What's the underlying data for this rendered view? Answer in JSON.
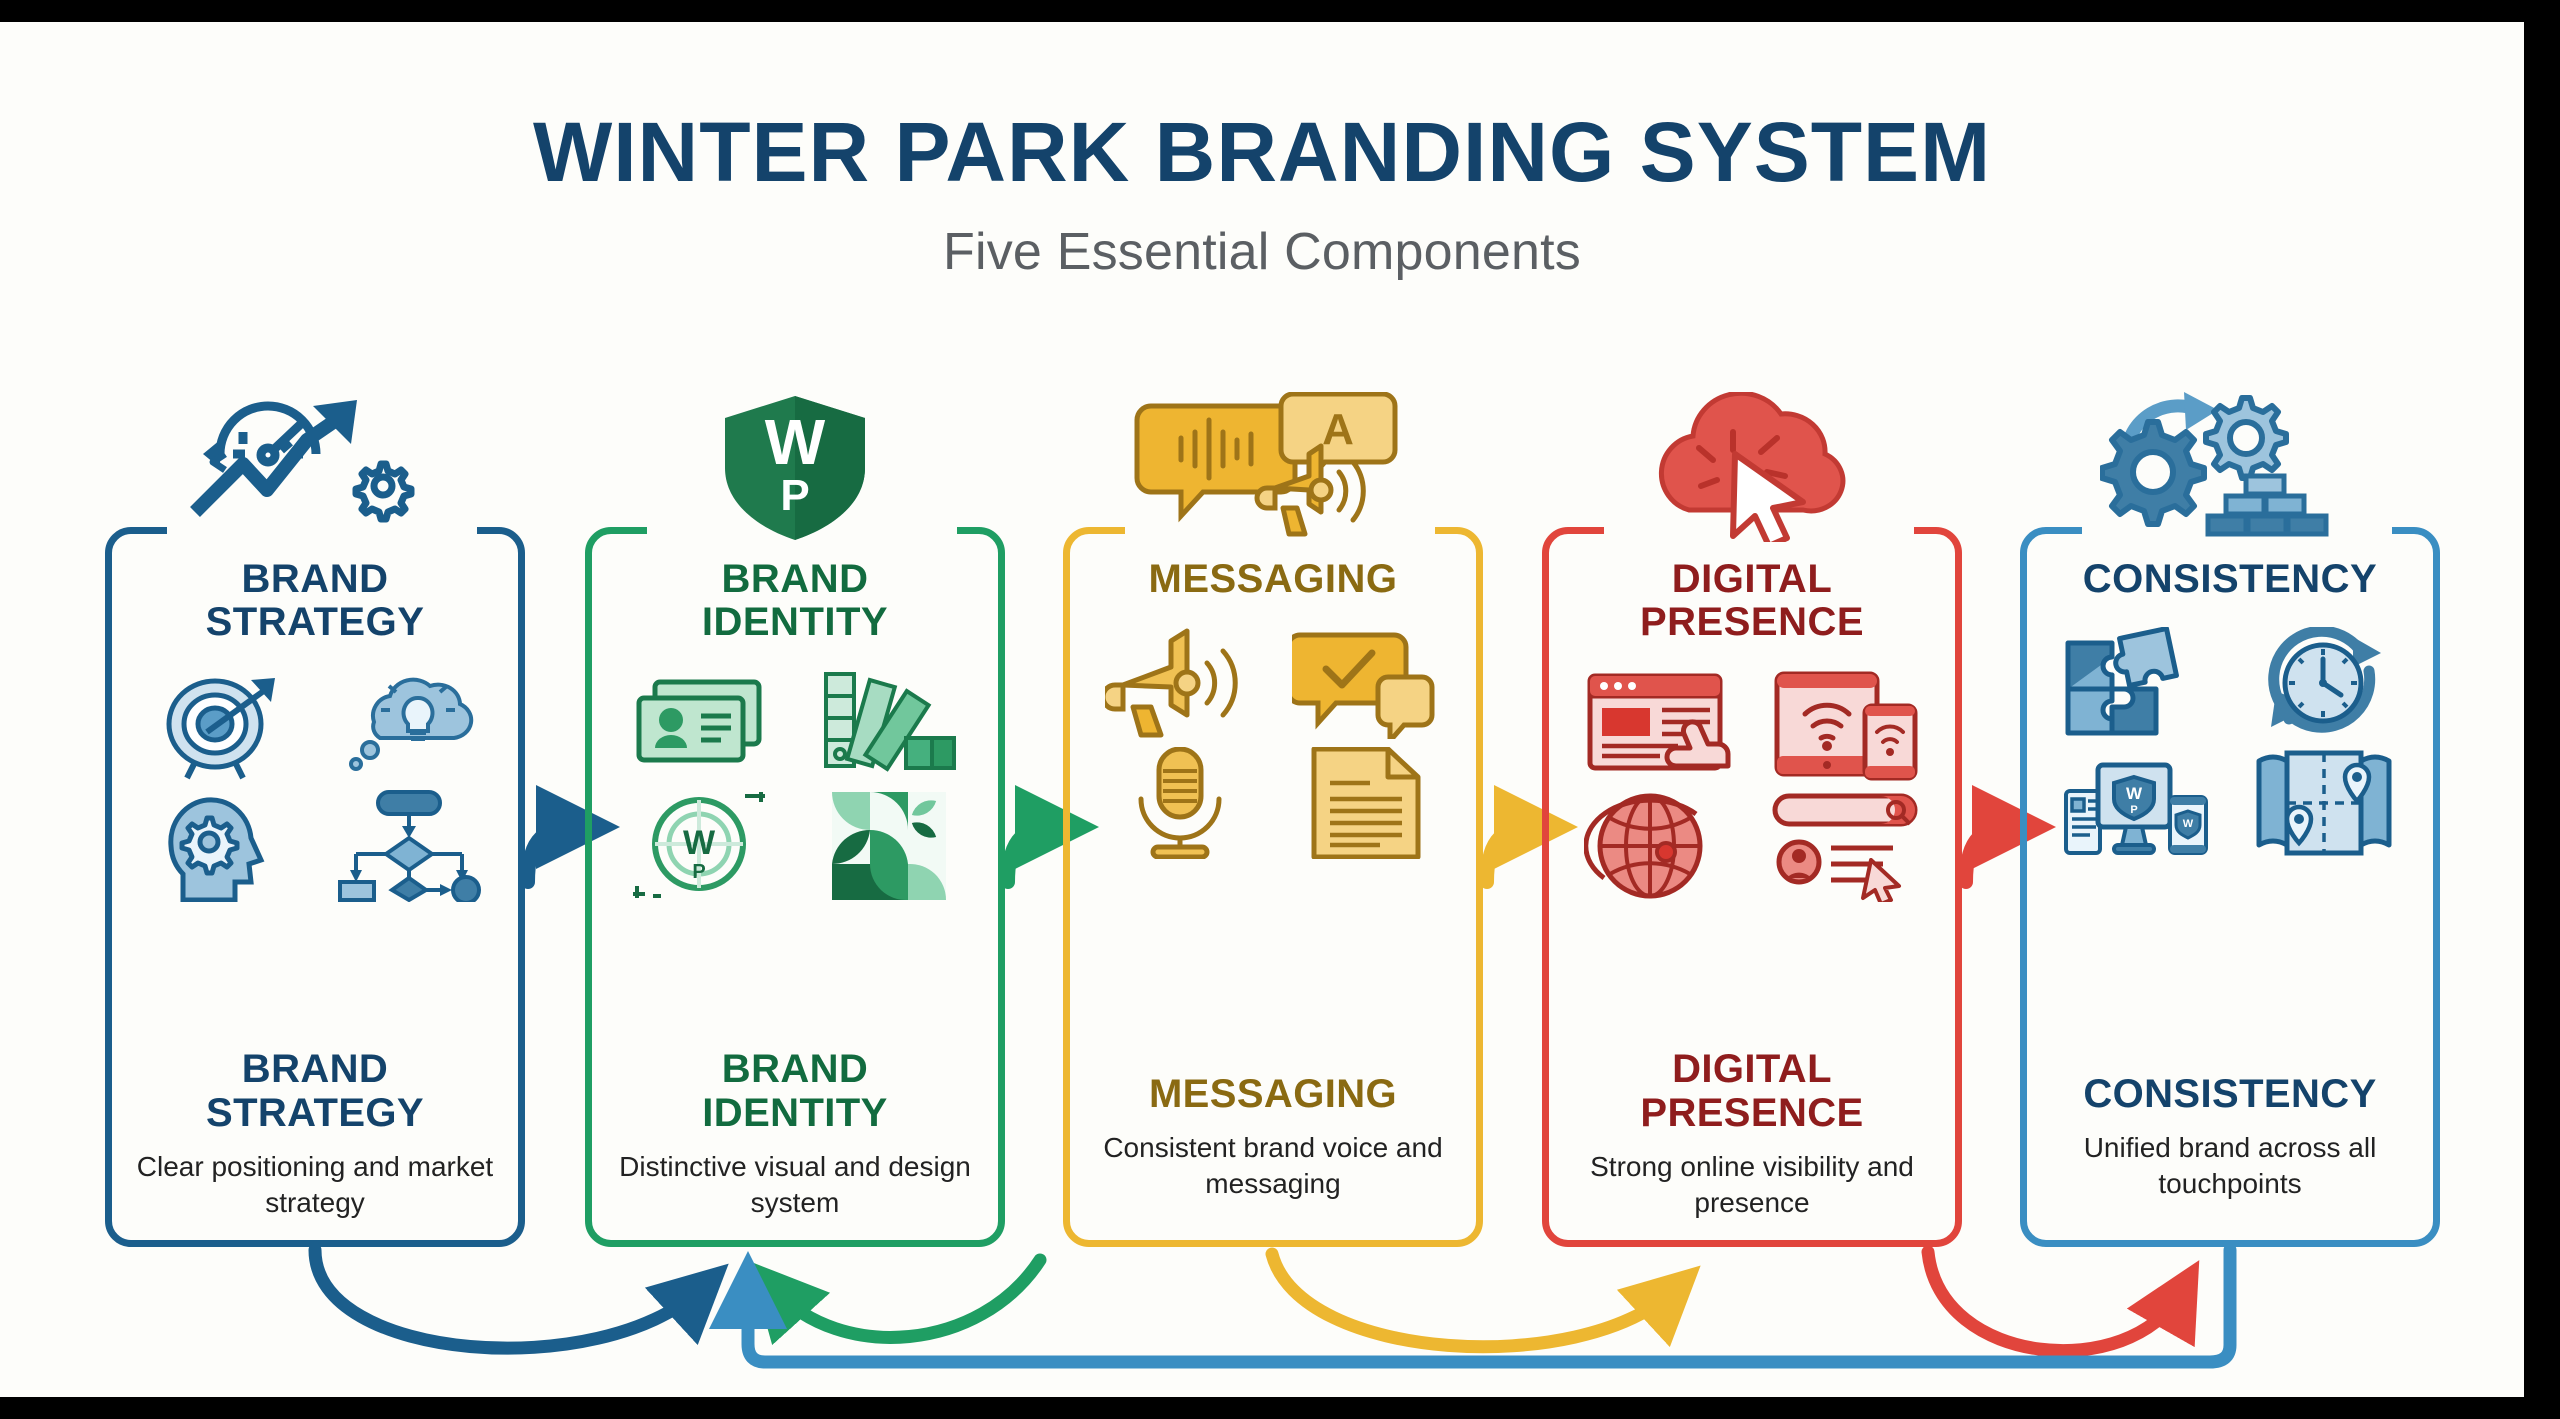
{
  "header": {
    "title": "WINTER PARK BRANDING SYSTEM",
    "subtitle": "Five Essential Components"
  },
  "colors": {
    "background": "#fdfdfa",
    "brand_strategy": "#1b5e8c",
    "brand_identity": "#1f9e63",
    "messaging": "#edb731",
    "digital_presence": "#e1453c",
    "consistency": "#3a8ec2",
    "title_navy": "#14436b",
    "subtitle_gray": "#5b5f63"
  },
  "components": [
    {
      "id": "brand-strategy",
      "hero_title": "BRAND\nSTRATEGY",
      "bottom_title": "BRAND\nSTRATEGY",
      "description": "Clear positioning and market strategy",
      "accent": "#1b5e8c",
      "title_color": "#14436b",
      "hero_icon": "compass-growth-arrow-gear-icon",
      "sub_icons": [
        "target-arrow-icon",
        "lightbulb-thought-cloud-icon",
        "head-with-gear-icon",
        "flowchart-icon"
      ]
    },
    {
      "id": "brand-identity",
      "hero_title": "BRAND\nIDENTITY",
      "bottom_title": "BRAND\nIDENTITY",
      "description": "Distinctive visual and design system",
      "accent": "#1f9e63",
      "title_color": "#126b3f",
      "hero_icon": "wp-shield-logo-icon",
      "shield_monogram": "WP",
      "sub_icons": [
        "business-card-icon",
        "color-swatch-fan-icon",
        "logo-construction-grid-icon",
        "brand-pattern-tile-icon"
      ]
    },
    {
      "id": "messaging",
      "hero_title": "MESSAGING",
      "bottom_title": "MESSAGING",
      "description": "Consistent brand voice and messaging",
      "accent": "#edb731",
      "title_color": "#8a6a12",
      "hero_icon": "speech-bubble-waveform-megaphone-icon",
      "letter_badge": "A",
      "sub_icons": [
        "megaphone-icon",
        "chat-checkmark-icon",
        "microphone-icon",
        "document-lines-icon"
      ]
    },
    {
      "id": "digital-presence",
      "hero_title": "DIGITAL\nPRESENCE",
      "bottom_title": "DIGITAL\nPRESENCE",
      "description": "Strong online visibility and presence",
      "accent": "#e1453c",
      "title_color": "#8f1d1d",
      "hero_icon": "cloud-click-cursor-icon",
      "sub_icons": [
        "browser-window-pointer-icon",
        "tablet-phone-wifi-icon",
        "globe-orbit-icon",
        "search-bar-profile-icon"
      ]
    },
    {
      "id": "consistency",
      "hero_title": "CONSISTENCY",
      "bottom_title": "CONSISTENCY",
      "description": "Unified brand across all touchpoints",
      "accent": "#3a8ec2",
      "title_color": "#14436b",
      "hero_icon": "gears-sync-bricks-icon",
      "sub_icons": [
        "puzzle-pieces-icon",
        "clock-refresh-icon",
        "multi-device-brand-icon",
        "map-pins-icon"
      ]
    }
  ],
  "connectors": {
    "forward_arrows": [
      {
        "name": "arrow-strategy-to-identity",
        "color": "#1b5e8c"
      },
      {
        "name": "arrow-identity-to-messaging",
        "color": "#1f9e63"
      },
      {
        "name": "arrow-messaging-to-digital",
        "color": "#edb731"
      },
      {
        "name": "arrow-digital-to-consistency",
        "color": "#e1453c"
      }
    ],
    "feedback_loop": {
      "name": "feedback-loop-consistency-to-identity",
      "color": "#3a8ec2"
    }
  }
}
